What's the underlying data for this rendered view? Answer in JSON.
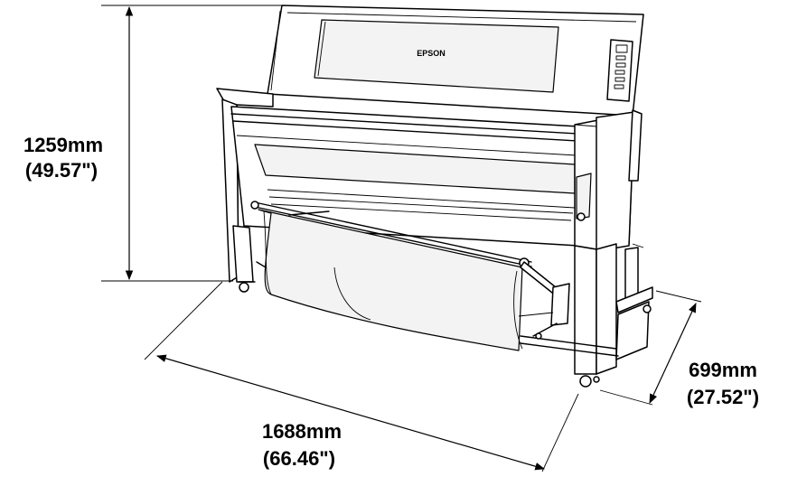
{
  "brand": "EPSON",
  "dimensions": {
    "height": {
      "metric": "1259mm",
      "imperial": "(49.57\")"
    },
    "width": {
      "metric": "1688mm",
      "imperial": "(66.46\")"
    },
    "depth": {
      "metric": "699mm",
      "imperial": "(27.52\")"
    }
  }
}
